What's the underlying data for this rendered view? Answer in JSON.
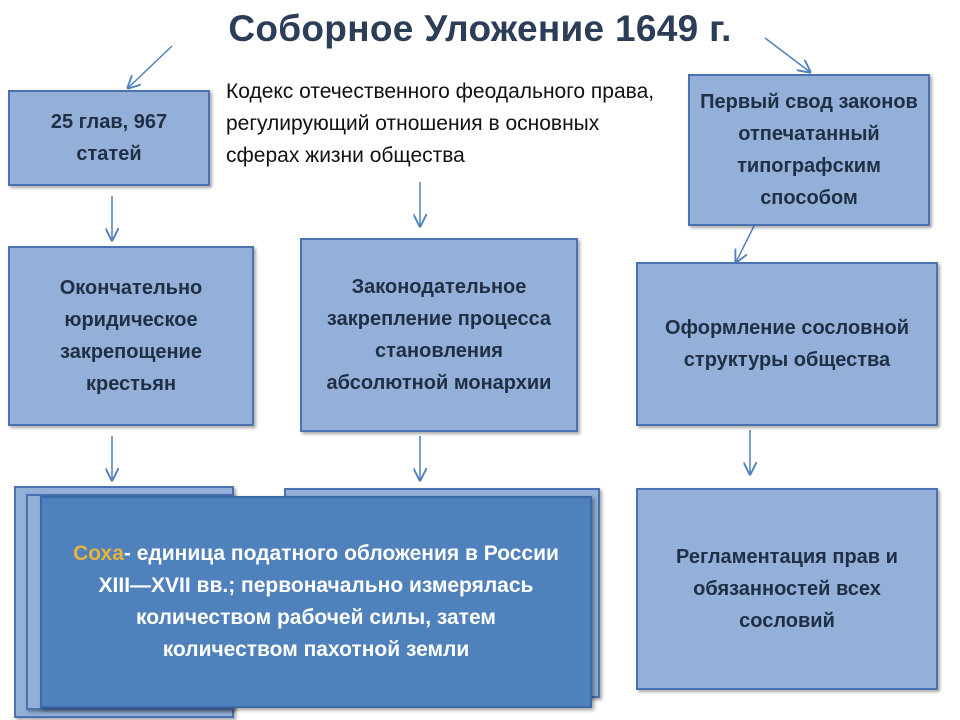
{
  "title": "Соборное Уложение 1649 г.",
  "description": "Кодекс отечественного феодального права, регулирующий отношения в основных сферах жизни общества",
  "boxes": {
    "chapters": "25 глав, 967 статей",
    "first_code": "Первый свод законов отпечатанный типографским способом",
    "serfdom": "Окончательно юридическое закрепощение крестьян",
    "monarchy": "Законодательное закрепление процесса становления абсолютной монархии",
    "estate_structure": "Оформление сословной структуры общества",
    "regulation": "Регламентация прав и обязанностей всех сословий"
  },
  "tooltip": {
    "term": "Соха",
    "definition": "- единица податного обложения в России XIII—XVII вв.; первоначально измерялась количеством рабочей силы, затем количеством пахотной земли"
  },
  "colors": {
    "box_fill": "#94b0d8",
    "box_border": "#4a72b0",
    "tooltip_fill": "#4f81bd",
    "term_highlight": "#e6b43c",
    "title_text": "#2b3d57",
    "arrow": "#4f81bd"
  }
}
